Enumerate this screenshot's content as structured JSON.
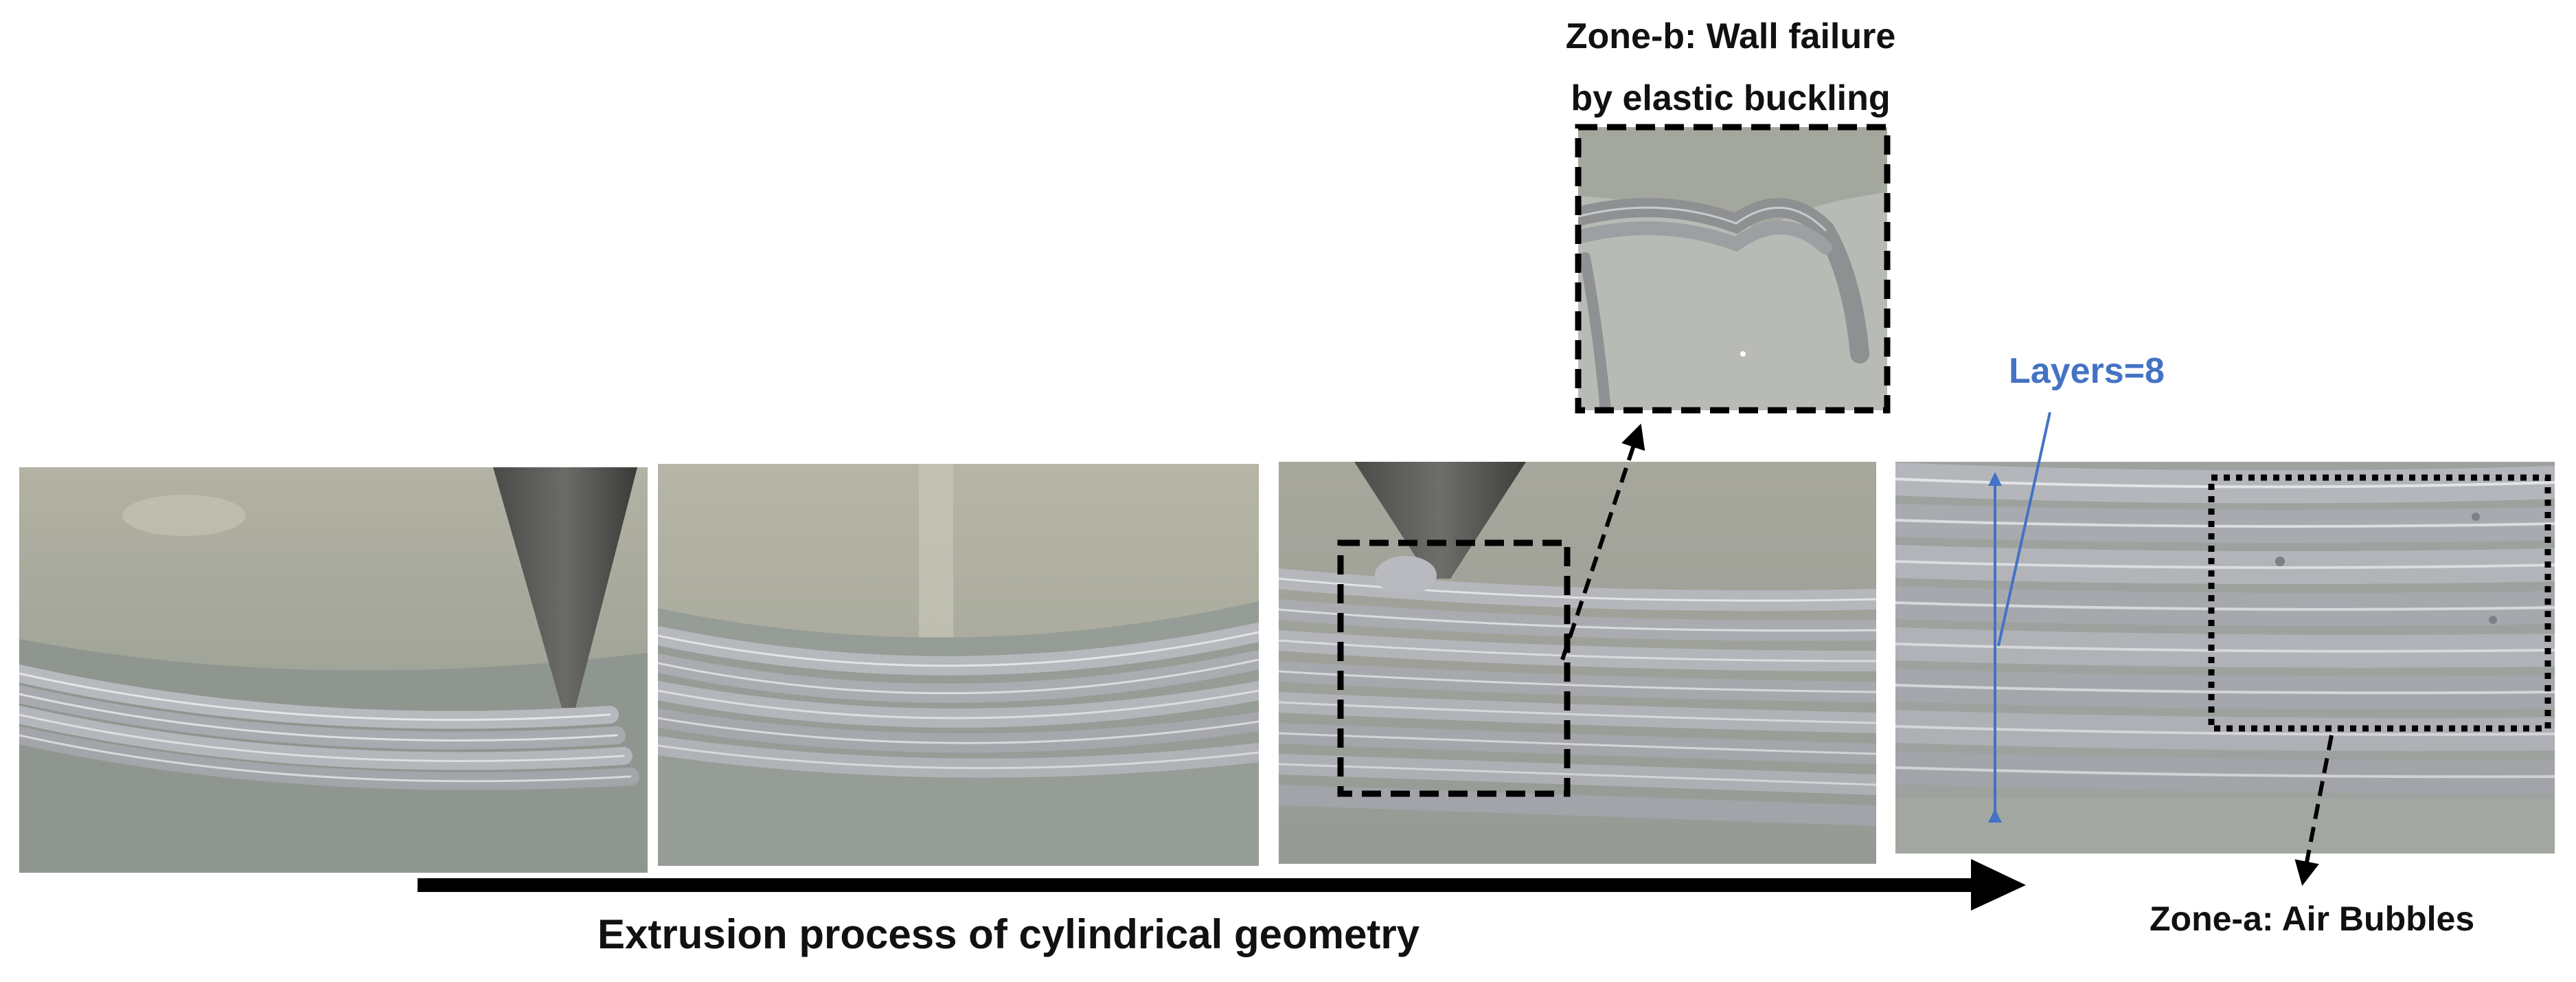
{
  "figure": {
    "zone_b_title_line1": "Zone-b:  Wall failure",
    "zone_b_title_line2": "by elastic buckling",
    "layers_label": "Layers=8",
    "zone_a_label": "Zone-a: Air Bubbles",
    "process_caption": "Extrusion process of cylindrical geometry"
  },
  "colors": {
    "layers_label": "#4472c4",
    "paste": "#a9abb0",
    "arrow": "#000000"
  },
  "photos": [
    {
      "name": "photo-stage-1",
      "description_icon": "nozzle-printing-first-layers"
    },
    {
      "name": "photo-stage-2",
      "description_icon": "printed-layers-no-nozzle"
    },
    {
      "name": "photo-stage-3",
      "description_icon": "nozzle-printing-with-zone-b"
    },
    {
      "name": "photo-stage-4",
      "description_icon": "eight-layer-wall-with-zone-a"
    },
    {
      "name": "photo-zone-b-inset",
      "description_icon": "buckled-wall-closeup"
    }
  ]
}
